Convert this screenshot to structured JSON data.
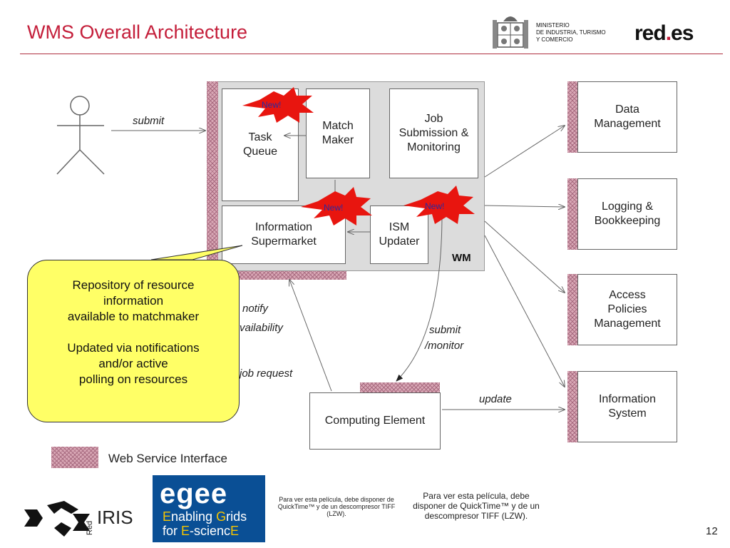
{
  "slide": {
    "title": "WMS Overall Architecture",
    "page_number": "12"
  },
  "header": {
    "ministry": [
      "MINISTERIO",
      "DE INDUSTRIA, TURISMO",
      "Y COMERCIO"
    ],
    "brand_prefix": "red",
    "brand_dot": ".",
    "brand_suffix": "es"
  },
  "diagram": {
    "wm_label": "WM",
    "boxes": {
      "task_queue": "Task Queue",
      "match_maker": "Match Maker",
      "job_submission": "Job Submission & Monitoring",
      "info_supermarket": "Information Supermarket",
      "ism_updater": "ISM Updater",
      "computing_element": "Computing Element",
      "data_management": "Data Management",
      "logging": "Logging & Bookkeeping",
      "access_policies": "Access Policies Management",
      "information_system": "Information System"
    },
    "badges": [
      "New!",
      "New!",
      "New!"
    ],
    "labels": {
      "submit": "submit",
      "submit_monitor_1": "submit",
      "submit_monitor_2": "/monitor",
      "update": "update",
      "notify": "notify",
      "availability": "vailability",
      "job_request": "job request"
    },
    "legend": "Web Service Interface"
  },
  "callout": {
    "lines1": [
      "Repository of resource",
      "information",
      "available to matchmaker"
    ],
    "lines2": [
      "Updated via notifications",
      "and/or active",
      "polling on resources"
    ]
  },
  "footer": {
    "egee_logo": "egee",
    "egee_line1_a": "E",
    "egee_line1_b": "nabling ",
    "egee_line1_c": "G",
    "egee_line1_d": "rids",
    "egee_line2_a": "for ",
    "egee_line2_b": "E",
    "egee_line2_c": "-scienc",
    "egee_line2_d": "E",
    "rediris": "IRIS",
    "rediris_small": "Red",
    "quicktime_small": "Para ver esta película, debe disponer de QuickTime™ y de un descompresor TIFF (LZW).",
    "quicktime_large": "Para ver esta película, debe disponer de QuickTime™ y de un descompresor TIFF (LZW)."
  },
  "colors": {
    "title": "#c41e3a",
    "callout": "#ffff66",
    "badge": "#e8150f",
    "egee_bg": "#0a4f95"
  }
}
